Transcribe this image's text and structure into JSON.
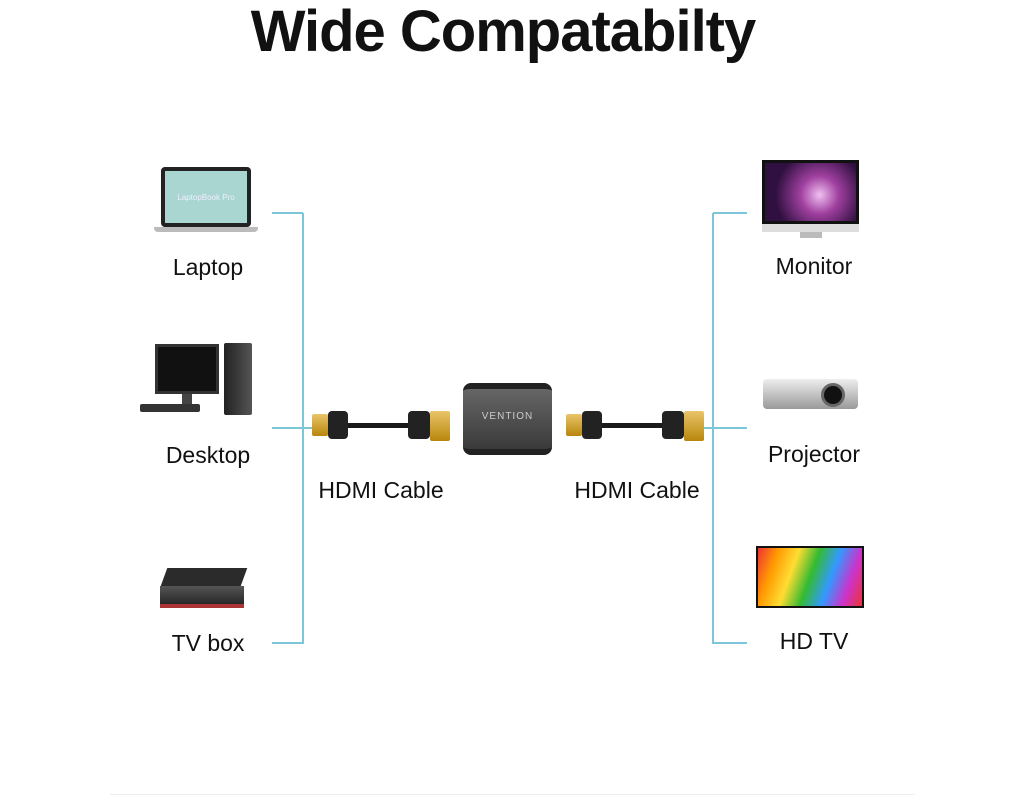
{
  "title": "Wide Compatabilty",
  "sources": [
    {
      "label": "Laptop",
      "icon": "laptop-icon",
      "screen_text": "LaptopBook Pro"
    },
    {
      "label": "Desktop",
      "icon": "desktop-icon"
    },
    {
      "label": "TV box",
      "icon": "tv-box-icon"
    }
  ],
  "targets": [
    {
      "label": "Monitor",
      "icon": "monitor-icon"
    },
    {
      "label": "Projector",
      "icon": "projector-icon"
    },
    {
      "label": "HD TV",
      "icon": "tv-icon"
    }
  ],
  "cables": [
    {
      "label": "HDMI Cable"
    },
    {
      "label": "HDMI Cable"
    }
  ],
  "adapter": {
    "brand": "VENTION"
  },
  "colors": {
    "line": "#7cc6d8"
  }
}
